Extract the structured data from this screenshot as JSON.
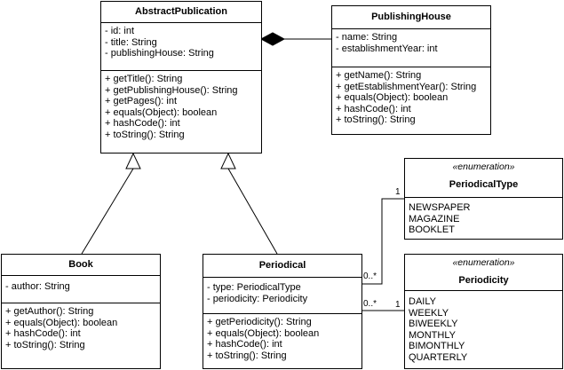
{
  "classes": {
    "abstract_publication": {
      "name": "AbstractPublication",
      "attributes": [
        "- id: int",
        "- title: String",
        "- publishingHouse: String"
      ],
      "methods": [
        "+ getTitle(): String",
        "+ getPublishingHouse(): String",
        "+ getPages(): int",
        "+ equals(Object): boolean",
        "+ hashCode(): int",
        "+ toString(): String"
      ]
    },
    "publishing_house": {
      "name": "PublishingHouse",
      "attributes": [
        "- name: String",
        "- establishmentYear: int"
      ],
      "methods": [
        "+ getName(): String",
        "+ getEstablishmentYear(): String",
        "+ equals(Object): boolean",
        "+ hashCode(): int",
        "+ toString(): String"
      ]
    },
    "periodical_type": {
      "stereotype": "«enumeration»",
      "name": "PeriodicalType",
      "literals": [
        "NEWSPAPER",
        "MAGAZINE",
        "BOOKLET"
      ]
    },
    "book": {
      "name": "Book",
      "attributes": [
        "- author: String"
      ],
      "methods": [
        "+ getAuthor(): String",
        "+ equals(Object): boolean",
        "+ hashCode(): int",
        "+ toString(): String"
      ]
    },
    "periodical": {
      "name": "Periodical",
      "attributes": [
        "- type: PeriodicalType",
        "- periodicity: Periodicity"
      ],
      "methods": [
        "+ getPeriodicity(): String",
        "+ equals(Object): boolean",
        "+ hashCode(): int",
        "+ toString(): String"
      ]
    },
    "periodicity": {
      "stereotype": "«enumeration»",
      "name": "Periodicity",
      "literals": [
        "DAILY",
        "WEEKLY",
        "BIWEEKLY",
        "MONTHLY",
        "BIMONTHLY",
        "QUARTERLY"
      ]
    }
  },
  "multiplicities": {
    "periodical_type_end": "1",
    "periodical_to_type_end": "0..*",
    "periodical_to_periodicity_end": "0..*",
    "periodicity_end": "1"
  }
}
